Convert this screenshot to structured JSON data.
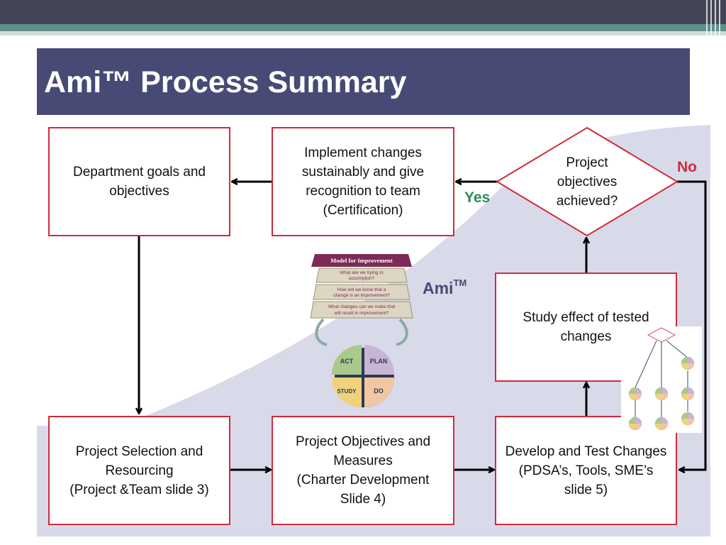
{
  "title": "Ami™ Process Summary",
  "boxes": {
    "department_goals": "Department goals and objectives",
    "implement_changes": "Implement changes sustainably and give recognition to team (Certification)",
    "study_effect": "Study effect of tested changes",
    "project_selection": "Project Selection and Resourcing\n(Project &Team slide 3)",
    "project_objectives": "Project Objectives and Measures\n(Charter Development Slide 4)",
    "develop_test": "Develop and Test Changes\n(PDSA’s, Tools, SME’s slide 5)"
  },
  "decision": {
    "text": "Project\nobjectives\nachieved?",
    "yes_label": "Yes",
    "no_label": "No"
  },
  "ami_label": {
    "text": "Ami",
    "superscript": "TM"
  },
  "model_for_improvement": {
    "header": "Model for Improvement",
    "q1_line1": "What are we trying to",
    "q1_line2": "accomplish?",
    "q2_line1": "How will we know that a",
    "q2_line2": "change is an improvement?",
    "q3_line1": "What changes can we make that",
    "q3_line2": "will result in improvement?",
    "act": "ACT",
    "plan": "PLAN",
    "study": "STUDY",
    "do": "DO"
  },
  "colors": {
    "title_bar": "#474a75",
    "box_border": "#d02b3a",
    "yes": "#2e8b57",
    "no": "#d02b3a",
    "curve": "#d9dae9",
    "ami": "#474a75"
  }
}
